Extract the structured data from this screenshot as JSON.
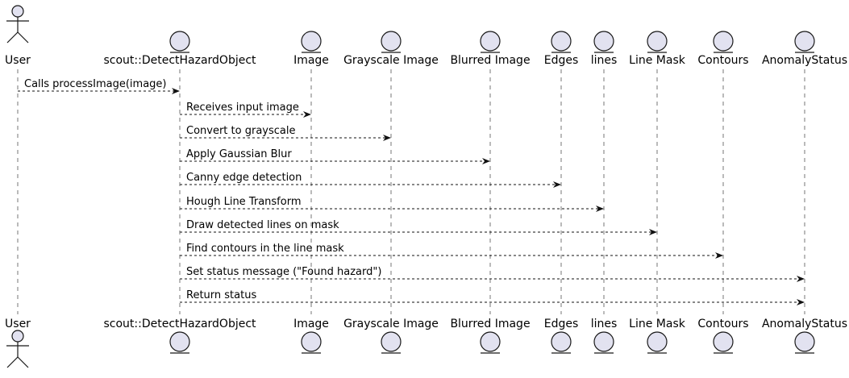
{
  "participants": [
    {
      "id": "user",
      "label": "User",
      "kind": "actor"
    },
    {
      "id": "detector",
      "label": "scout::DetectHazardObject",
      "kind": "entity"
    },
    {
      "id": "image",
      "label": "Image",
      "kind": "entity"
    },
    {
      "id": "gray",
      "label": "Grayscale Image",
      "kind": "entity"
    },
    {
      "id": "blur",
      "label": "Blurred Image",
      "kind": "entity"
    },
    {
      "id": "edges",
      "label": "Edges",
      "kind": "entity"
    },
    {
      "id": "lines",
      "label": "lines",
      "kind": "entity"
    },
    {
      "id": "mask",
      "label": "Line Mask",
      "kind": "entity"
    },
    {
      "id": "contours",
      "label": "Contours",
      "kind": "entity"
    },
    {
      "id": "status",
      "label": "AnomalyStatus",
      "kind": "entity"
    }
  ],
  "messages": [
    {
      "from": "user",
      "to": "detector",
      "label": "Calls processImage(image)"
    },
    {
      "from": "detector",
      "to": "image",
      "label": "Receives input image"
    },
    {
      "from": "detector",
      "to": "gray",
      "label": "Convert to grayscale"
    },
    {
      "from": "detector",
      "to": "blur",
      "label": "Apply Gaussian Blur"
    },
    {
      "from": "detector",
      "to": "edges",
      "label": "Canny edge detection"
    },
    {
      "from": "detector",
      "to": "lines",
      "label": "Hough Line Transform"
    },
    {
      "from": "detector",
      "to": "mask",
      "label": "Draw detected lines on mask"
    },
    {
      "from": "detector",
      "to": "contours",
      "label": "Find contours in the line mask"
    },
    {
      "from": "detector",
      "to": "status",
      "label": "Set status message (\"Found hazard\")"
    },
    {
      "from": "detector",
      "to": "status",
      "label": "Return status"
    }
  ],
  "colors": {
    "participant_fill": "#e2e2f0",
    "participant_stroke": "#181818",
    "arrow": "#111111"
  }
}
